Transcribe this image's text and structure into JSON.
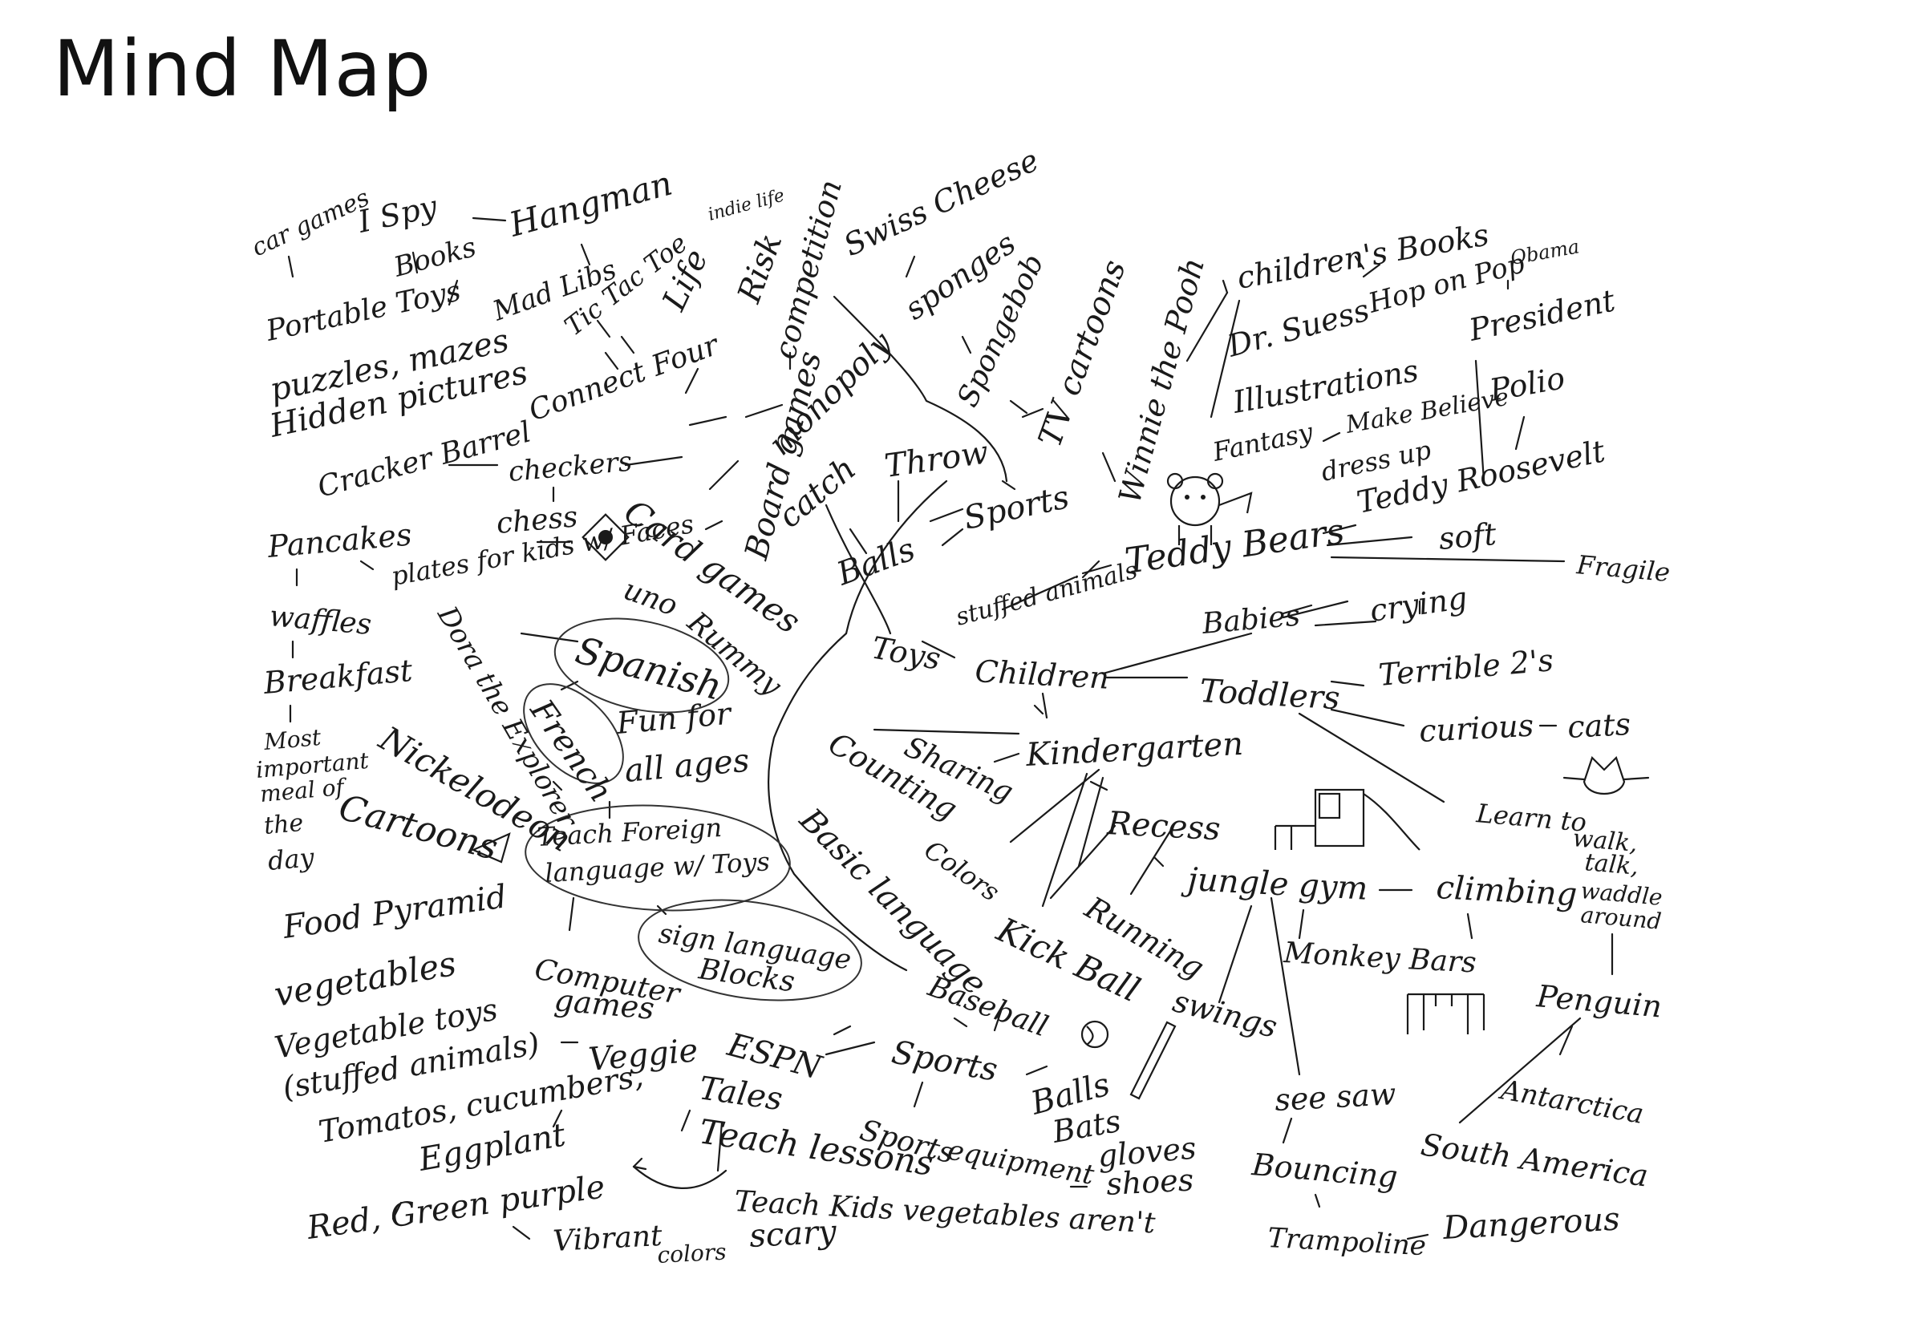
{
  "title": "Mind Map",
  "nodes": [
    {
      "id": "car_games",
      "text": "car games"
    },
    {
      "id": "i_spy",
      "text": "I Spy"
    },
    {
      "id": "hangman",
      "text": "Hangman"
    },
    {
      "id": "books",
      "text": "Books"
    },
    {
      "id": "portable_toys",
      "text": "Portable Toys"
    },
    {
      "id": "mad_libs",
      "text": "Mad Libs"
    },
    {
      "id": "tic_tac_toe",
      "text": "Tic Tac Toe"
    },
    {
      "id": "puzzles",
      "text": "puzzles, mazes"
    },
    {
      "id": "hidden_pictures",
      "text": "Hidden pictures"
    },
    {
      "id": "connect_four",
      "text": "Connect Four"
    },
    {
      "id": "life",
      "text": "Life"
    },
    {
      "id": "indie_life",
      "text": "indie life"
    },
    {
      "id": "risk",
      "text": "Risk"
    },
    {
      "id": "competition",
      "text": "competition"
    },
    {
      "id": "swiss_cheese",
      "text": "Swiss Cheese"
    },
    {
      "id": "sponges",
      "text": "sponges"
    },
    {
      "id": "spongebob",
      "text": "Spongebob"
    },
    {
      "id": "tv_cartoons",
      "text": "TV cartoons"
    },
    {
      "id": "winnie",
      "text": "Winnie the Pooh"
    },
    {
      "id": "childrens_books",
      "text": "children's Books"
    },
    {
      "id": "dr_suess",
      "text": "Dr. Suess"
    },
    {
      "id": "hop_on_pop",
      "text": "Hop on Pop"
    },
    {
      "id": "obama",
      "text": "Obama"
    },
    {
      "id": "president",
      "text": "President"
    },
    {
      "id": "illustrations",
      "text": "Illustrations"
    },
    {
      "id": "polio",
      "text": "Polio"
    },
    {
      "id": "fantasy",
      "text": "Fantasy"
    },
    {
      "id": "make_believe",
      "text": "Make Believe"
    },
    {
      "id": "dress_up",
      "text": "dress up"
    },
    {
      "id": "teddy_roosevelt",
      "text": "Teddy Roosevelt"
    },
    {
      "id": "monopoly",
      "text": "monopoly"
    },
    {
      "id": "board_games",
      "text": "Board games"
    },
    {
      "id": "catch",
      "text": "catch"
    },
    {
      "id": "throw",
      "text": "Throw"
    },
    {
      "id": "sports_top",
      "text": "Sports"
    },
    {
      "id": "balls_top",
      "text": "Balls"
    },
    {
      "id": "teddy_bears",
      "text": "Teddy Bears"
    },
    {
      "id": "soft",
      "text": "soft"
    },
    {
      "id": "fragile",
      "text": "Fragile"
    },
    {
      "id": "cracker_barrel",
      "text": "Cracker Barrel"
    },
    {
      "id": "checkers",
      "text": "checkers"
    },
    {
      "id": "chess",
      "text": "chess"
    },
    {
      "id": "card_games",
      "text": "Card games"
    },
    {
      "id": "pancakes",
      "text": "Pancakes"
    },
    {
      "id": "plates",
      "text": "plates for kids w/ Faces"
    },
    {
      "id": "uno",
      "text": "uno"
    },
    {
      "id": "rummy",
      "text": "Rummy"
    },
    {
      "id": "waffles",
      "text": "waffles"
    },
    {
      "id": "dora",
      "text": "Dora the Explorer"
    },
    {
      "id": "stuffed_animals",
      "text": "stuffed animals"
    },
    {
      "id": "babies",
      "text": "Babies"
    },
    {
      "id": "crying",
      "text": "crying"
    },
    {
      "id": "spanish",
      "text": "Spanish"
    },
    {
      "id": "toys",
      "text": "Toys"
    },
    {
      "id": "children",
      "text": "Children"
    },
    {
      "id": "toddlers",
      "text": "Toddlers"
    },
    {
      "id": "terrible",
      "text": "Terrible 2's"
    },
    {
      "id": "breakfast",
      "text": "Breakfast"
    },
    {
      "id": "french",
      "text": "French"
    },
    {
      "id": "fun_for_all",
      "text": "Fun for all ages"
    },
    {
      "id": "curious",
      "text": "curious"
    },
    {
      "id": "cats",
      "text": "cats"
    },
    {
      "id": "most_important",
      "text": "Most important meal of the day"
    },
    {
      "id": "nickelodeon",
      "text": "Nickelodeon"
    },
    {
      "id": "counting",
      "text": "Counting"
    },
    {
      "id": "sharing",
      "text": "Sharing"
    },
    {
      "id": "kindergarten",
      "text": "Kindergarten"
    },
    {
      "id": "cartoons",
      "text": "Cartoons"
    },
    {
      "id": "teach_foreign",
      "text": "Teach Foreign language w/ Toys"
    },
    {
      "id": "recess",
      "text": "Recess"
    },
    {
      "id": "learn_to_walk",
      "text": "Learn to walk, talk, waddle around"
    },
    {
      "id": "colors",
      "text": "Colors"
    },
    {
      "id": "basic_language",
      "text": "Basic language"
    },
    {
      "id": "jungle_gym",
      "text": "jungle gym"
    },
    {
      "id": "climbing",
      "text": "climbing"
    },
    {
      "id": "food_pyramid",
      "text": "Food Pyramid"
    },
    {
      "id": "running",
      "text": "Running"
    },
    {
      "id": "sign_language",
      "text": "sign language"
    },
    {
      "id": "blocks",
      "text": "Blocks"
    },
    {
      "id": "kickball",
      "text": "Kick Ball"
    },
    {
      "id": "monkey_bars",
      "text": "Monkey Bars"
    },
    {
      "id": "vegetables",
      "text": "vegetables"
    },
    {
      "id": "computer_games",
      "text": "Computer games"
    },
    {
      "id": "baseball",
      "text": "Baseball"
    },
    {
      "id": "penguin",
      "text": "Penguin"
    },
    {
      "id": "swings",
      "text": "swings"
    },
    {
      "id": "vegetable_toys",
      "text": "Vegetable toys (stuffed animals)"
    },
    {
      "id": "espn",
      "text": "ESPN"
    },
    {
      "id": "sports_low",
      "text": "Sports"
    },
    {
      "id": "veggie_tales",
      "text": "Veggie Tales"
    },
    {
      "id": "antarctica",
      "text": "Antarctica"
    },
    {
      "id": "balls_low",
      "text": "Balls"
    },
    {
      "id": "see_saw",
      "text": "see saw"
    },
    {
      "id": "tomatos",
      "text": "Tomatos, cucumbers,"
    },
    {
      "id": "eggplant",
      "text": "Eggplant"
    },
    {
      "id": "teach_lessons",
      "text": "Teach lessons"
    },
    {
      "id": "sports_equipment",
      "text": "Sports equipment"
    },
    {
      "id": "bats",
      "text": "Bats"
    },
    {
      "id": "gloves",
      "text": "gloves"
    },
    {
      "id": "shoes",
      "text": "shoes"
    },
    {
      "id": "south_america",
      "text": "South America"
    },
    {
      "id": "bouncing",
      "text": "Bouncing"
    },
    {
      "id": "red_green",
      "text": "Red, Green purple"
    },
    {
      "id": "teach_kids_veg",
      "text": "Teach Kids vegetables aren't scary"
    },
    {
      "id": "vibrant",
      "text": "Vibrant colors"
    },
    {
      "id": "trampoline",
      "text": "Trampoline"
    },
    {
      "id": "dangerous",
      "text": "Dangerous"
    }
  ]
}
